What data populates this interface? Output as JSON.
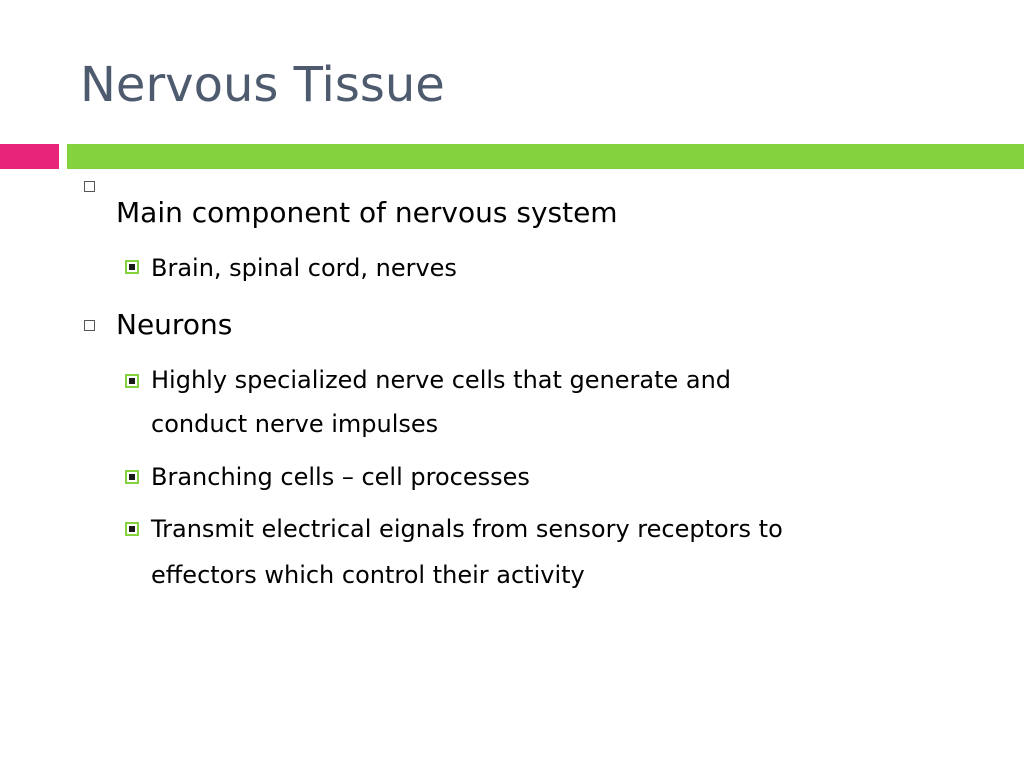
{
  "slide": {
    "title": "Nervous Tissue",
    "colors": {
      "title": "#4e5b6f",
      "accent_pink": "#e8237a",
      "accent_green": "#84d23e",
      "bullet_level2_border": "#84d23e"
    },
    "bullet_icons": {
      "level1": "hollow-square-bullet-icon",
      "level2": "green-square-bullet-icon"
    },
    "items": [
      {
        "level": 1,
        "text": "Main component of nervous system"
      },
      {
        "level": 2,
        "text": "Brain, spinal cord, nerves"
      },
      {
        "level": 1,
        "text": "Neurons"
      },
      {
        "level": 2,
        "lines": [
          "Highly specialized nerve cells that generate and",
          "conduct nerve impulses"
        ]
      },
      {
        "level": 2,
        "text": "Branching cells – cell processes"
      },
      {
        "level": 2,
        "lines": [
          "Transmit electrical eignals from sensory receptors to",
          "effectors which control their activity"
        ]
      }
    ]
  }
}
